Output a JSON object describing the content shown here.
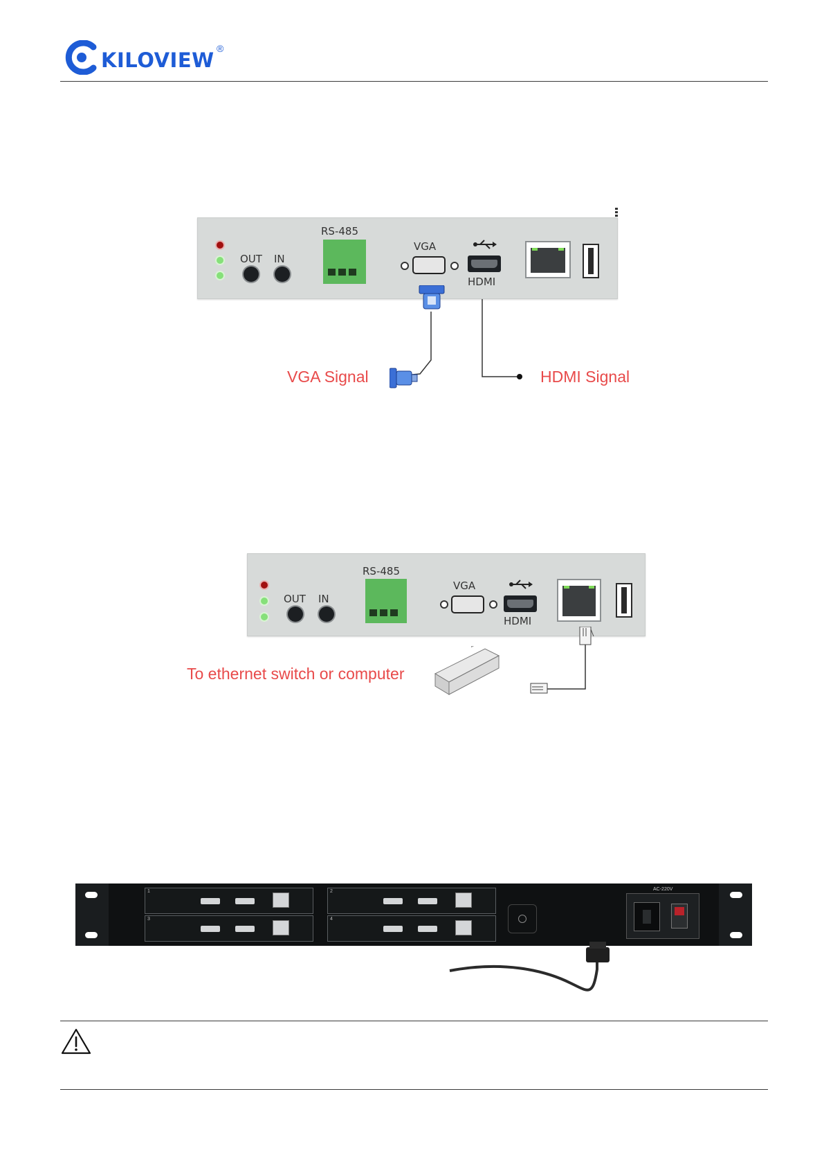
{
  "header": {
    "brand": "KILOVIEW",
    "registered": "®"
  },
  "figure1": {
    "port_rs485": "RS-485",
    "port_vga": "VGA",
    "port_hdmi": "HDMI",
    "port_out": "OUT",
    "port_in": "IN",
    "vga_signal": "VGA Signal",
    "hdmi_signal": "HDMI Signal"
  },
  "figure2": {
    "port_rs485": "RS-485",
    "port_vga": "VGA",
    "port_hdmi": "HDMI",
    "port_out": "OUT",
    "port_in": "IN",
    "ethernet_note": "To ethernet switch or computer"
  },
  "figure3": {
    "power_label": "AC-220V",
    "slot_numbers": [
      "1",
      "2",
      "3",
      "4"
    ]
  },
  "colors": {
    "brand": "#1e5cd6",
    "callout": "#e84a4a",
    "panel": "#d7dad9",
    "terminal": "#5cb85c"
  },
  "icons": [
    "kiloview-logo-icon",
    "usb-icon",
    "warning-icon",
    "vga-connector-icon",
    "rj45-plug-icon",
    "ethernet-switch-icon",
    "power-cable-icon"
  ]
}
